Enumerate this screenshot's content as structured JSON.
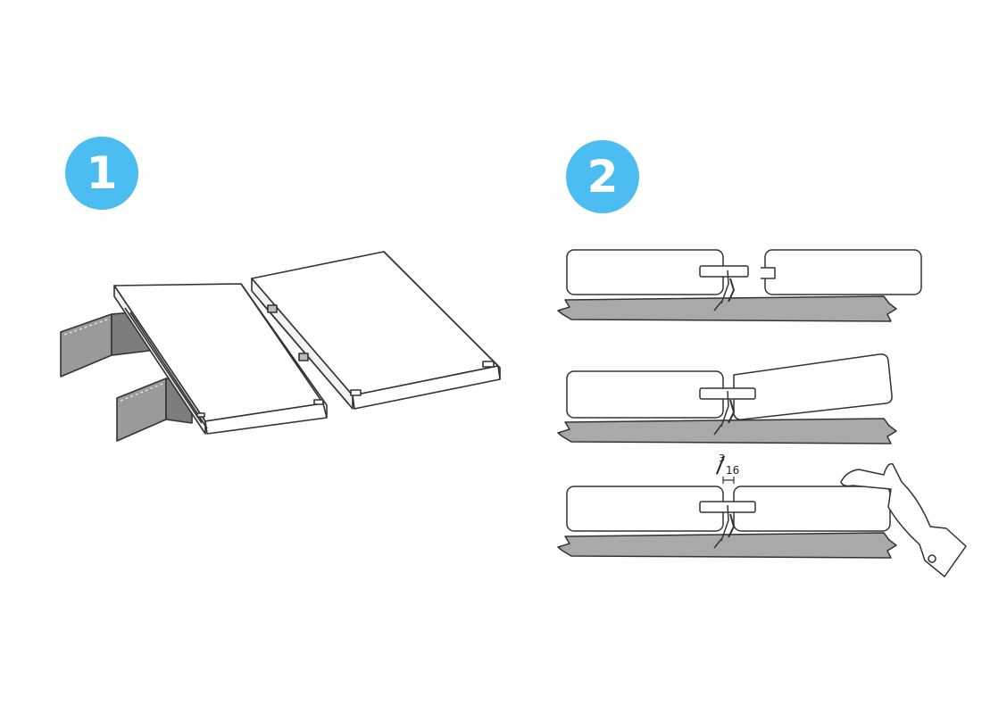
{
  "steps": [
    {
      "number": "1"
    },
    {
      "number": "2"
    }
  ],
  "gap_label": {
    "numerator": "3",
    "denominator": "16"
  },
  "colors": {
    "badge": "#4cbdf0",
    "stroke": "#333333",
    "joist": "#a9a9a9",
    "joist_dark": "#7d7d7d",
    "board": "#ffffff"
  }
}
